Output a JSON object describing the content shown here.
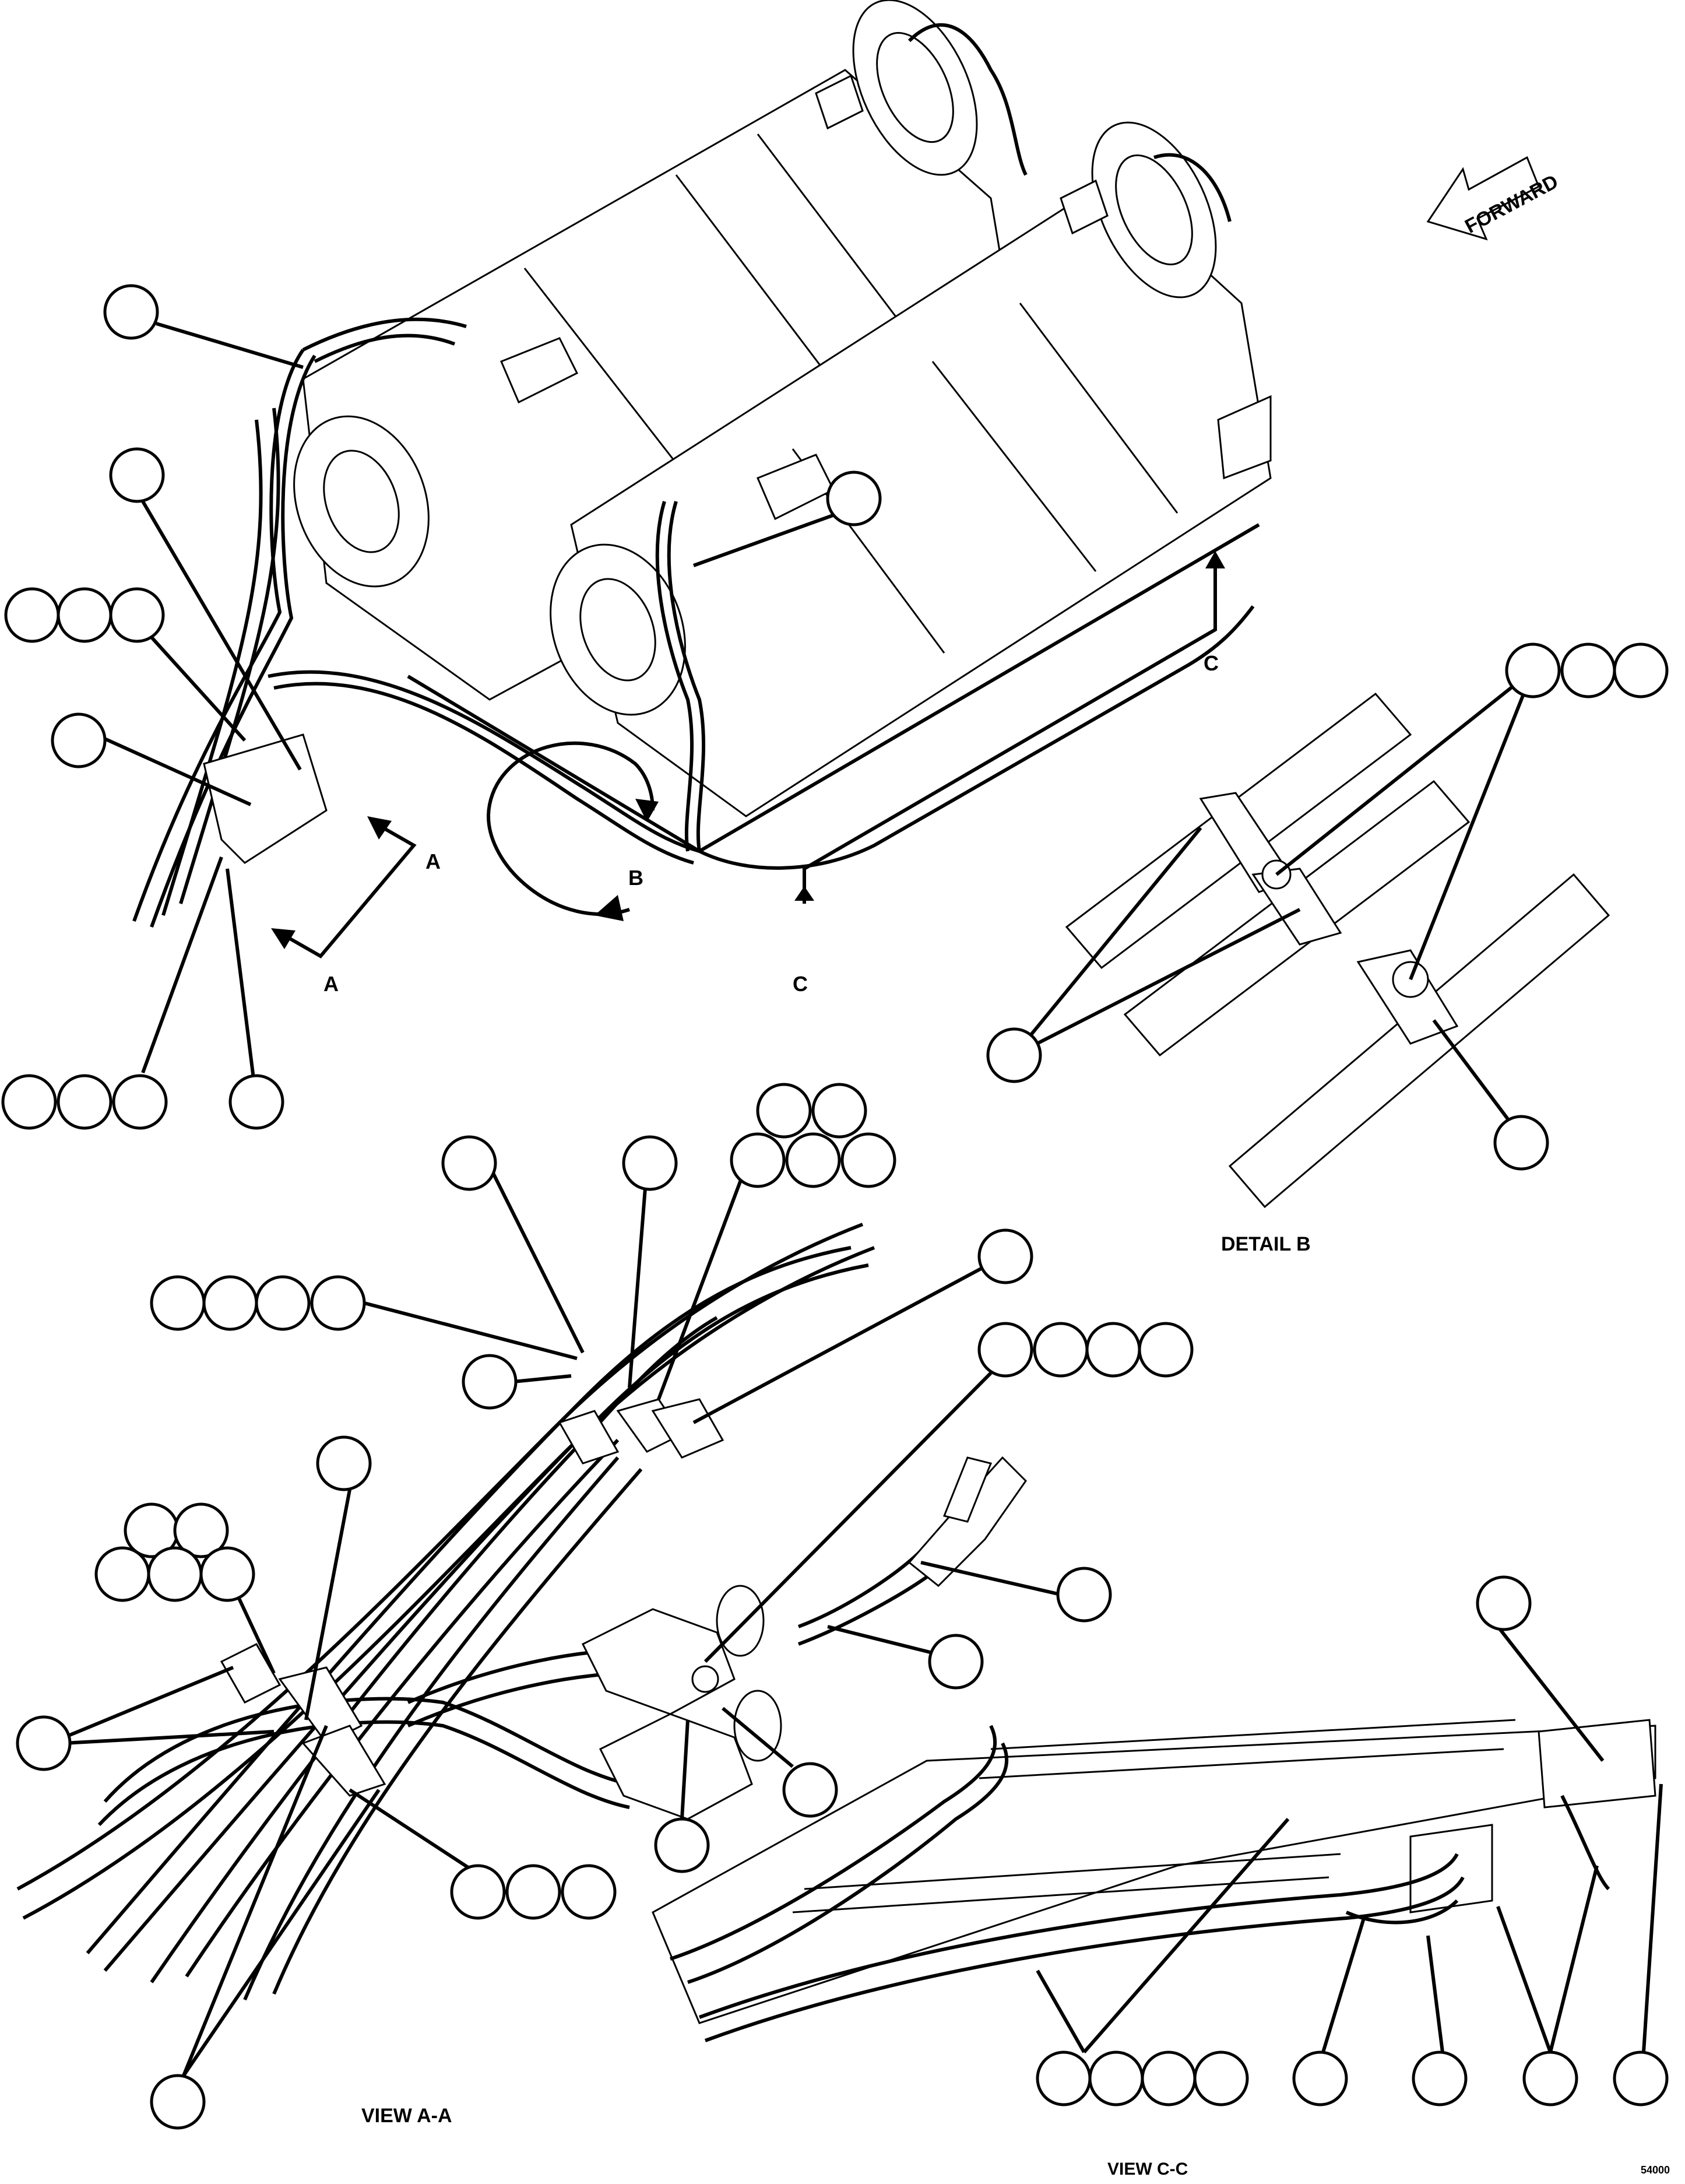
{
  "forward_arrow": {
    "label": "FORWARD"
  },
  "section_letters": {
    "a_upper": "A",
    "a_lower": "A",
    "b": "B",
    "c_upper": "C",
    "c_lower": "C"
  },
  "view_titles": {
    "detail_b": "DETAIL B",
    "view_aa": "VIEW A-A",
    "view_cc": "VIEW C-C"
  },
  "drawing_number": "54000"
}
